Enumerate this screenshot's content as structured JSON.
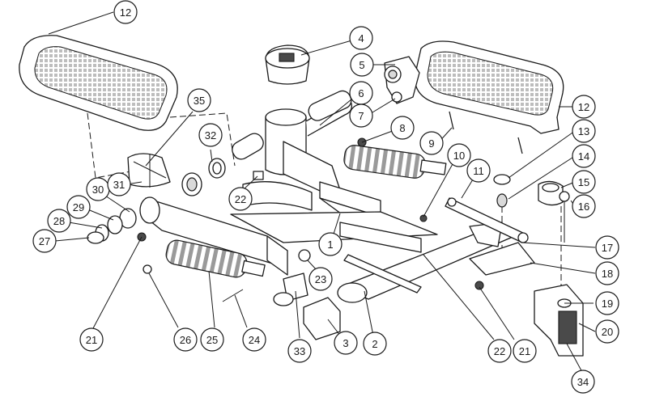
{
  "callouts": [
    "1",
    "2",
    "3",
    "4",
    "5",
    "6",
    "7",
    "8",
    "9",
    "10",
    "11",
    "12",
    "12",
    "13",
    "14",
    "15",
    "16",
    "17",
    "18",
    "19",
    "20",
    "21",
    "21",
    "22",
    "22",
    "23",
    "24",
    "25",
    "26",
    "27",
    "28",
    "29",
    "30",
    "31",
    "32",
    "33",
    "34",
    "35"
  ]
}
